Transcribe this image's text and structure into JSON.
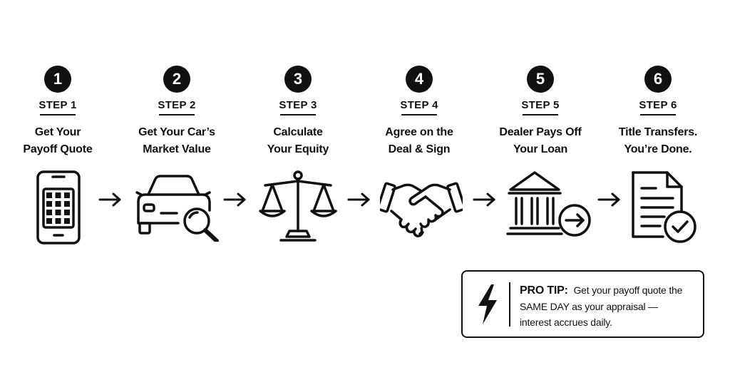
{
  "steps": [
    {
      "number": "1",
      "label": "STEP 1",
      "lines": [
        "Get Your",
        "Payoff Quote"
      ],
      "icon": "smartphone-keypad-icon"
    },
    {
      "number": "2",
      "label": "STEP 2",
      "lines": [
        "Get Your Car’s",
        "Market Value"
      ],
      "icon": "car-magnifier-icon"
    },
    {
      "number": "3",
      "label": "STEP 3",
      "lines": [
        "Calculate",
        "Your Equity"
      ],
      "icon": "balance-scale-icon"
    },
    {
      "number": "4",
      "label": "STEP 4",
      "lines": [
        "Agree on the",
        "Deal & Sign"
      ],
      "icon": "handshake-icon"
    },
    {
      "number": "5",
      "label": "STEP 5",
      "lines": [
        "Dealer Pays Off",
        "Your Loan"
      ],
      "icon": "bank-arrow-icon"
    },
    {
      "number": "6",
      "label": "STEP 6",
      "lines": [
        "Title Transfers.",
        "You’re Done."
      ],
      "icon": "document-check-icon"
    }
  ],
  "pro_tip": {
    "title": "PRO TIP:",
    "body_line1": "Get your payoff quote the",
    "body_line2": "SAME DAY as your appraisal —",
    "body_line3": "interest accrues daily.",
    "icon": "lightning-bolt-icon"
  }
}
